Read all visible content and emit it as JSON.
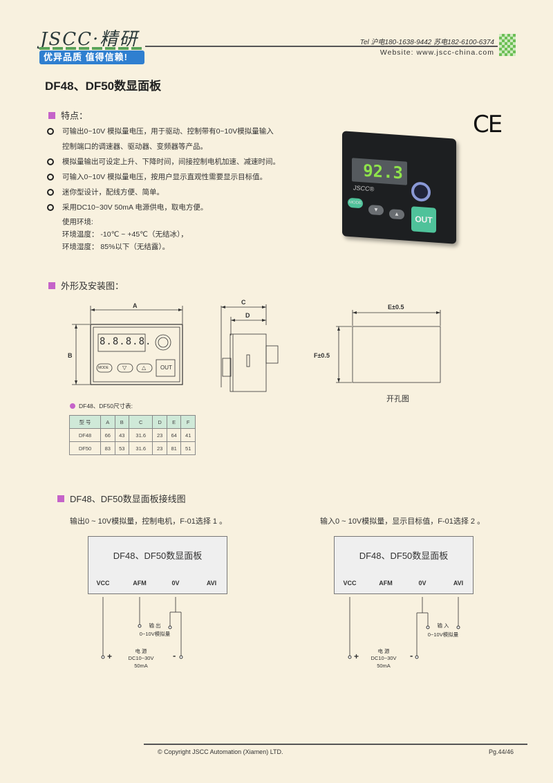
{
  "header": {
    "logo": "JSCC·精研",
    "slogan": "优异品质 值得信赖!",
    "tel": "Tel 沪电180-1638-9442 苏电182-6100-6374",
    "website": "Website: www.jscc-china.com"
  },
  "page_title": "DF48、DF50数显面板",
  "features": {
    "heading": "特点：",
    "items": [
      "可输出0~10V 模拟量电压，用于驱动、控制带有0~10V模拟量输入",
      "模拟量输出可设定上升、下降时间，间接控制电机加速、减速时间。",
      "可输入0~10V 模拟量电压，按用户显示直观性需要显示目标值。",
      "迷你型设计，配线方便、简单。",
      "采用DC10~30V  50mA 电源供电，取电方便。"
    ],
    "item0_cont": "控制端口的调速器、驱动器、变频器等产品。",
    "env_label": "使用环境:",
    "env_temp": "环境温度： -10℃ ~ +45℃（无结冰），",
    "env_humidity": "环境湿度： 85%以下（无结露）。"
  },
  "product": {
    "display": "92.3",
    "brand": "JSCC®",
    "mode": "MODE",
    "out": "OUT",
    "ce": "CE"
  },
  "dimensions": {
    "heading": "外形及安装图：",
    "A": "A",
    "B": "B",
    "C": "C",
    "D": "D",
    "E": "E±0.5",
    "F": "F±0.5",
    "cutout_label": "开孔图",
    "front_mode": "MODE",
    "front_down": "▽",
    "front_up": "△",
    "front_out": "OUT",
    "front_digits": "8.8.8.8.",
    "table_caption": "DF48、DF50尺寸表:",
    "table_headers": [
      "型 号",
      "A",
      "B",
      "C",
      "D",
      "E",
      "F"
    ],
    "table_rows": [
      [
        "DF48",
        "66",
        "43",
        "31.6",
        "23",
        "64",
        "41"
      ],
      [
        "DF50",
        "83",
        "53",
        "31.6",
        "23",
        "81",
        "51"
      ]
    ]
  },
  "wiring": {
    "heading": "DF48、DF50数显面板接线图",
    "diagrams": [
      {
        "caption": "输出0 ~ 10V模拟量，控制电机，F-01选择 1 。",
        "box_title": "DF48、DF50数显面板",
        "terminals": [
          "VCC",
          "AFM",
          "0V",
          "AVI"
        ],
        "signal_label": "输 出",
        "signal_range": "0~10V模拟量",
        "power_label": "电 源",
        "power_spec": "DC10~30V",
        "power_current": "50mA",
        "plus": "+",
        "minus": "-"
      },
      {
        "caption": "输入0 ~ 10V模拟量，显示目标值，F-01选择 2 。",
        "box_title": "DF48、DF50数显面板",
        "terminals": [
          "VCC",
          "AFM",
          "0V",
          "AVI"
        ],
        "signal_label": "输 入",
        "signal_range": "0~10V模拟量",
        "power_label": "电 源",
        "power_spec": "DC10~30V",
        "power_current": "50mA",
        "plus": "+",
        "minus": "-"
      }
    ]
  },
  "footer": {
    "copyright": "© Copyright JSCC Automation (Xiamen) LTD.",
    "page": "Pg.44/46"
  }
}
